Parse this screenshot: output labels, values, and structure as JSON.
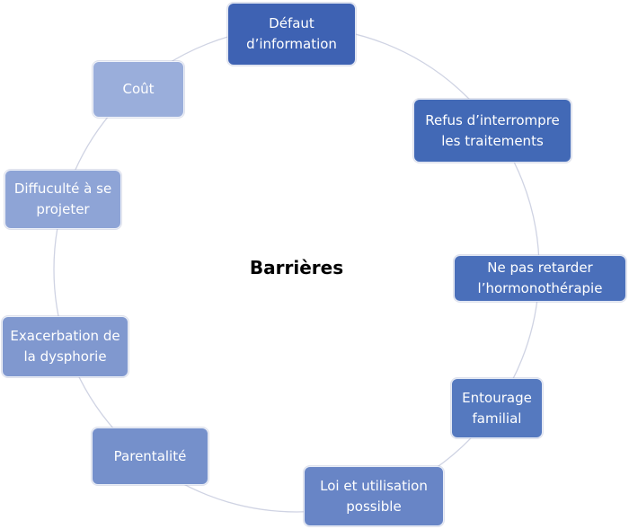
{
  "center": {
    "title": "Barrières"
  },
  "colors": {
    "ring": "#cfd3e3",
    "shades": [
      "#3e62b3",
      "#4269b6",
      "#4a6fba",
      "#5579bf",
      "#6885c6",
      "#7590cb",
      "#8098cf",
      "#8ea4d6",
      "#9aaedb",
      "#a6b6df"
    ]
  },
  "nodes": [
    {
      "id": "defaut",
      "lines": [
        "Défaut",
        "d’information"
      ]
    },
    {
      "id": "refus",
      "lines": [
        "Refus d’interrompre",
        "les traitements"
      ]
    },
    {
      "id": "retarder",
      "lines": [
        "Ne pas retarder",
        "l’hormonothérapie"
      ]
    },
    {
      "id": "entourage",
      "lines": [
        "Entourage",
        "familial"
      ]
    },
    {
      "id": "loi",
      "lines": [
        "Loi et utilisation",
        "possible"
      ]
    },
    {
      "id": "parentalite",
      "lines": [
        "Parentalité"
      ]
    },
    {
      "id": "exacerbation",
      "lines": [
        "Exacerbation de",
        "la dysphorie"
      ]
    },
    {
      "id": "projeter",
      "lines": [
        "Diffuculté à se",
        "projeter"
      ]
    },
    {
      "id": "cout",
      "lines": [
        "Coût"
      ]
    }
  ]
}
